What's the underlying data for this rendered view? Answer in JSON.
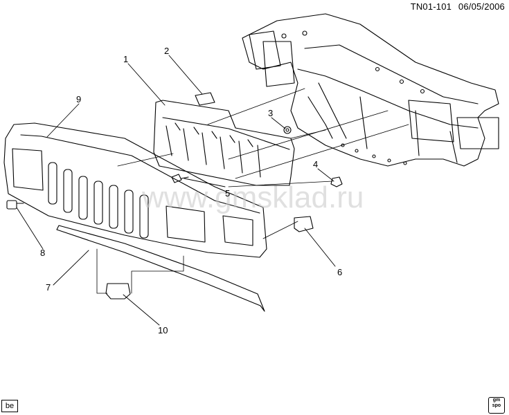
{
  "header": {
    "code": "TN01-101",
    "date": "06/05/2006"
  },
  "watermark": "www.gmsklad.ru",
  "callouts": [
    "1",
    "2",
    "3",
    "4",
    "5",
    "6",
    "7",
    "8",
    "9",
    "10"
  ],
  "footer": {
    "badge": "be",
    "icon_label": "gm spo"
  },
  "colors": {
    "line": "#000000",
    "watermark": "#c8c8c8"
  }
}
